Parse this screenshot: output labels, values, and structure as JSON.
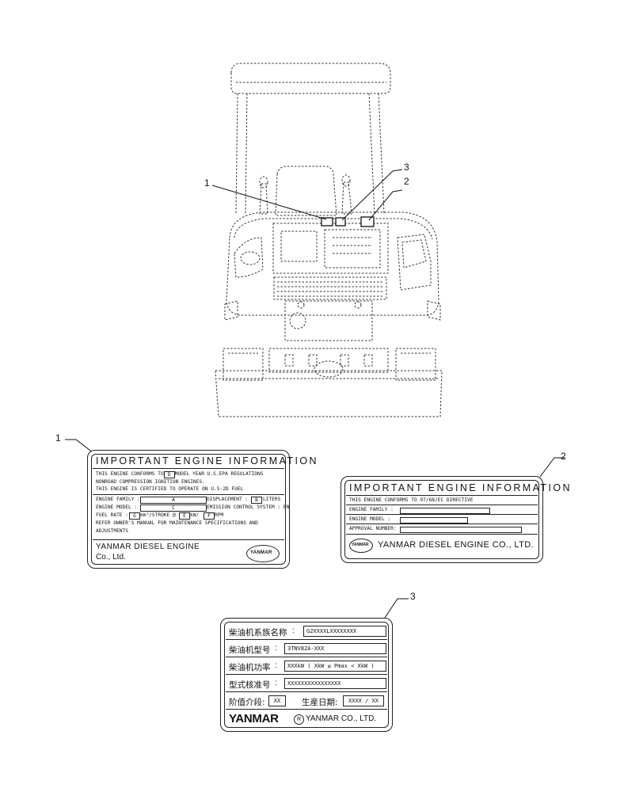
{
  "callouts": {
    "top": [
      "1",
      "2",
      "3"
    ],
    "label1": "1",
    "label2": "2",
    "label3": "3"
  },
  "label1": {
    "title": "IMPORTANT ENGINE INFORMATION",
    "lines": [
      "THIS ENGINE CONFORMS TO",
      "MODEL YEAR U.S.EPA REGULATIONS",
      "NONROAD COMPRESSION IGNITION ENGINES.",
      "THIS ENGINE IS CERTIFIED TO OPERATE ON",
      "U.S-2D",
      "FUEL"
    ],
    "box_d": "D",
    "engine_family": "ENGINE FAMILY :",
    "engine_family_val": "A",
    "displacement": "DISPLACEMENT :",
    "displacement_val": "B",
    "liters": "LITERS",
    "engine_model": "ENGINE MODEL :",
    "engine_model_val": "C",
    "emission": "EMISSION CONTROL SYSTEM : EN",
    "fuel_rate": "FUEL RATE :",
    "fuel_rate_val": "G",
    "stroke": "mm³/STROKE @",
    "stroke_val": "E",
    "kw": "kW/",
    "kw_val": "F",
    "rpm": "RPM",
    "refer1": "REFER OWNER'S MANUAL FOR MAINTENANCE SPECIFICATIONS AND",
    "refer2": "ADJUSTMENTS",
    "maker1": "YANMAR DIESEL ENGINE",
    "maker2": "Co., Ltd.",
    "logo": "YANMAR"
  },
  "label2": {
    "title": "IMPORTANT ENGINE INFORMATION",
    "directive": "THIS ENGINE CONFORMS TO 97/68/EC DIRECTIVE",
    "engine_family": "ENGINE FAMILY  :",
    "engine_model": "ENGINE MODEL   :",
    "approval": "APPROVAL NUMBER:",
    "maker": "YANMAR DIESEL ENGINE CO., LTD.",
    "logo": "YANMAR"
  },
  "label3": {
    "rows": [
      {
        "label": "柴油机系族名称",
        "sep": ":",
        "value": "G2XXXXLXXXXXXXX"
      },
      {
        "label": "柴油机型号",
        "sep": ":",
        "value": "3TNV82A-XXX"
      },
      {
        "label": "柴油机功率",
        "sep": ":",
        "value": "XXXkW ( XkW ≤ Pmax < XkW )"
      },
      {
        "label": "型式核准号",
        "sep": ":",
        "value": "XXXXXXXXXXXXXXXX"
      }
    ],
    "stage_label": "阶值介段:",
    "stage_value": "XX",
    "date_label": "生産日期:",
    "date_value": "XXXX / XX",
    "brand": "YANMAR",
    "company": "YANMAR CO., LTD."
  }
}
